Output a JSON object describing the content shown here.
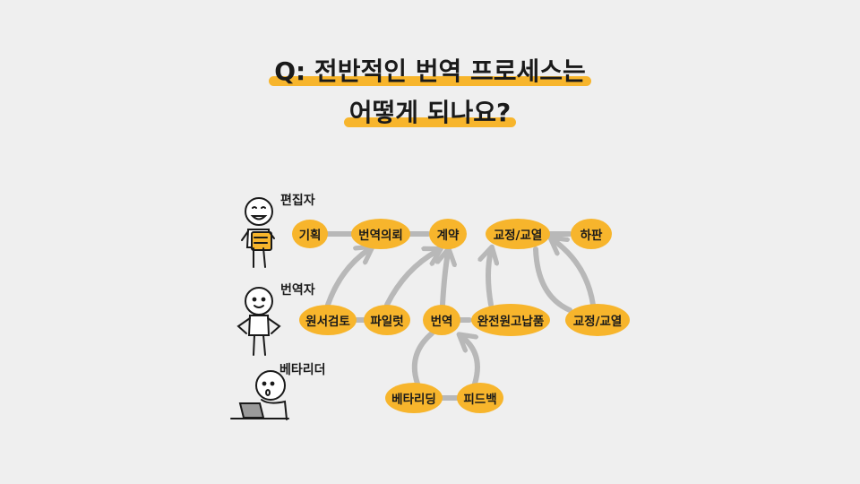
{
  "title": {
    "line1": "Q: 전반적인 번역 프로세스는",
    "line2": "어떻게 되나요?"
  },
  "roles": {
    "editor": "편집자",
    "translator": "번역자",
    "beta_reader": "베타리더"
  },
  "nodes": {
    "plan": "기획",
    "request": "번역의뢰",
    "contract": "계약",
    "proof_top": "교정/교열",
    "publish": "하판",
    "review": "원서검토",
    "pilot": "파일럿",
    "translate": "번역",
    "final": "완전원고납품",
    "proof_bottom": "교정/교열",
    "beta_read": "베타리딩",
    "feedback": "피드백"
  },
  "colors": {
    "background": "#efefef",
    "highlight": "#f7b52c",
    "connector": "#b8b8b8"
  }
}
